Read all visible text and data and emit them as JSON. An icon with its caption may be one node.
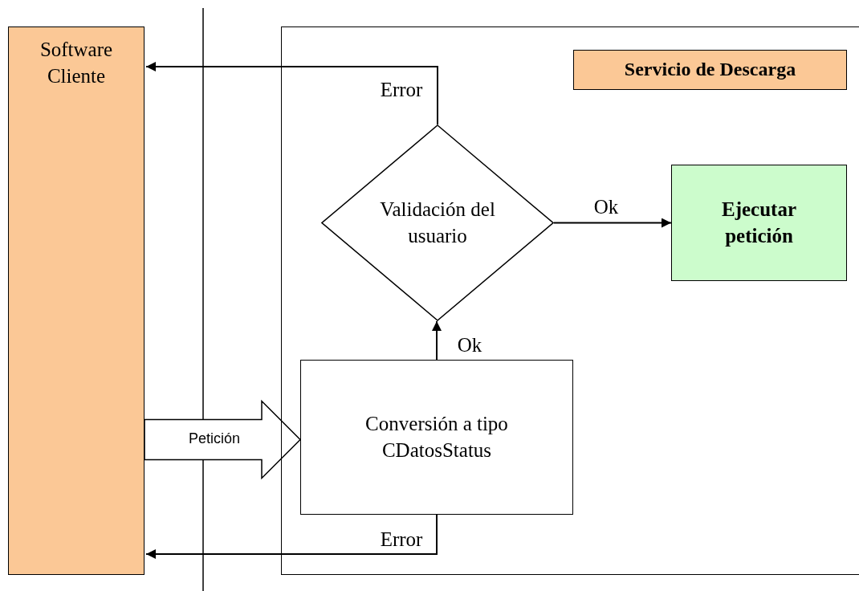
{
  "diagram": {
    "nodes": [
      {
        "text": [
          "Software Cliente"
        ]
      },
      {
        "text": [],
        "shape": "box"
      },
      {
        "text": [
          "Servicio de Descarga"
        ],
        "in": 1
      },
      {
        "text": [
          "Validación del usuario"
        ],
        "in": 1
      },
      {
        "text": [
          "Ejecutar petición"
        ],
        "in": 1
      },
      {
        "text": [
          "Conversión a tipo CDatosStatus"
        ],
        "in": 1
      }
    ],
    "edges": [
      {
        "from": 3,
        "to": 0,
        "arrow": "to",
        "label": "Error"
      },
      {
        "from": 3,
        "to": 4,
        "arrow": "to",
        "label": "Ok"
      },
      {
        "from": 5,
        "to": 3,
        "arrow": "to",
        "label": "Ok"
      },
      {
        "from": 5,
        "to": 0,
        "arrow": "to",
        "label": "Error"
      },
      {
        "from": 0,
        "to": 5,
        "arrow": "to",
        "label": "Petición",
        "style": "thick"
      }
    ]
  }
}
